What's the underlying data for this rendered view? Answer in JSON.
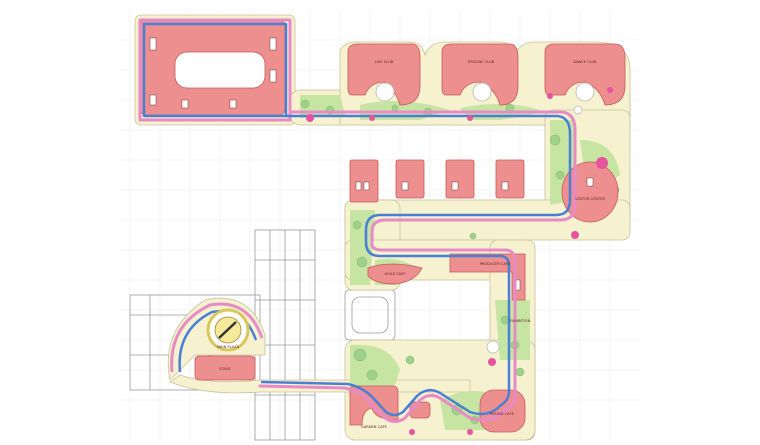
{
  "labels": {
    "b1": "LIVE CLUB",
    "b2": "EPISODE CLUB",
    "b3": "DANCE CLUB",
    "visitor": "VISITOR CENTER",
    "producer": "PRODUCER CAFE",
    "agile": "AGILE CAFE",
    "round": "ROUND CAFE",
    "garden": "GARDEN CAFE",
    "stage": "STAGE",
    "plaza": "MAIN PLAZA",
    "exhibition": "EXHIBITION"
  },
  "colors": {
    "building": "#ee8f8f",
    "building_stroke": "#c55a5a",
    "path": "#f6f1cf",
    "green": "#c6e4a2",
    "tree": "#9fd18a",
    "route_blue": "#4a7fd6",
    "route_pink": "#e78bc6",
    "accent": "#e6539e"
  }
}
